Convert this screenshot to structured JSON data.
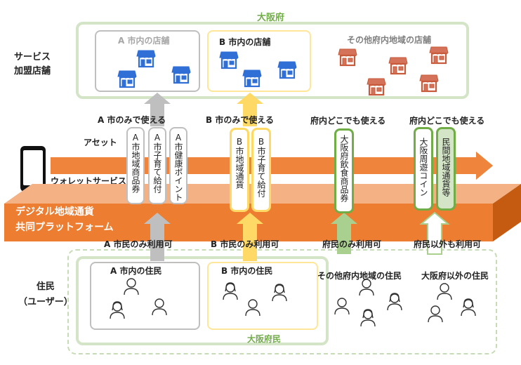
{
  "osaka_pref": "大阪府",
  "osaka_residents": "大阪府民",
  "rows": {
    "service": "サービス\n加盟店舗",
    "asset": "アセット",
    "wallet": "ウォレットサービス\nアプリ",
    "platform": "デジタル地域通貨\n共同プラットフォーム",
    "residents": "住民\n（ユーザー）"
  },
  "stores": {
    "a": "A 市内の店舗",
    "b": "B 市内の店舗",
    "other": "その他府内地域の店舗"
  },
  "usable": {
    "a": "A 市のみで使える",
    "b": "B 市のみで使える",
    "pref": "府内どこでも使える",
    "pref2": "府内どこでも使える"
  },
  "assets": {
    "a1": "A市地域商品券",
    "a2": "A市子育て給付",
    "a3": "A市健康ポイント",
    "b1": "B市地域通貨",
    "b2": "B市子育て給付",
    "p1": "大阪府飲食商品券",
    "p2": "大阪周遊コイン",
    "p3": "民間地域通貨等"
  },
  "availability": {
    "a": "A 市民のみ利用可",
    "b": "B 市民のみ利用可",
    "pref": "府民のみ利用可",
    "outside": "府民以外も利用可"
  },
  "residents": {
    "a": "A 市内の住民",
    "b": "B 市内の住民",
    "other": "その他府内地域の住民",
    "outside": "大阪府以外の住民"
  },
  "colors": {
    "green": "#a9d08e",
    "yellow": "#ffd966",
    "gray": "#bfbfbf",
    "orange": "#ed7d31",
    "blue": "#2f6fd6",
    "brown": "#c65a3a"
  }
}
